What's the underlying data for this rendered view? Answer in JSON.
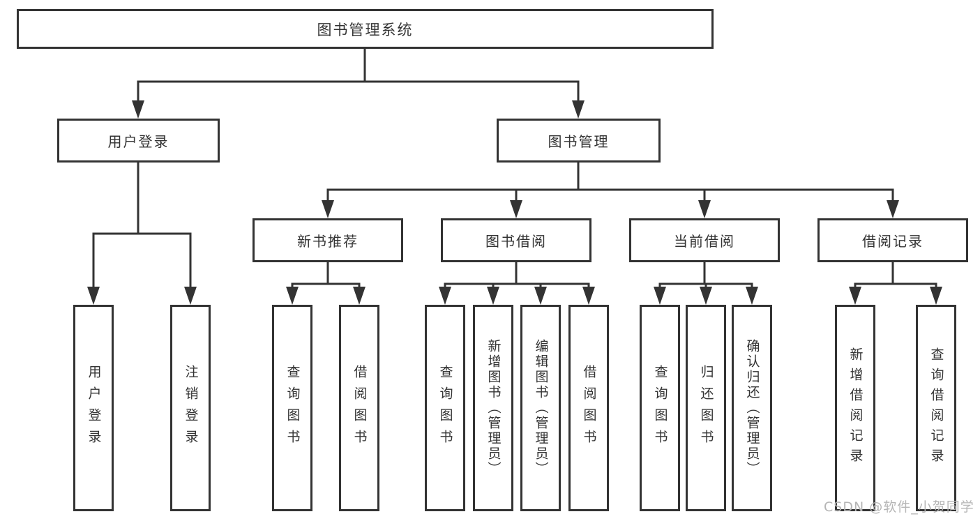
{
  "watermark": "CSDN @软件_小贺同学",
  "colors": {
    "line": "#333333",
    "box_border": "#333333",
    "box_background": "#ffffff",
    "watermark_text": "#b5b5b5"
  },
  "tree": {
    "root": "图书管理系统",
    "children": [
      {
        "label": "用户登录",
        "children": [
          {
            "label": "用户登录"
          },
          {
            "label": "注销登录"
          }
        ]
      },
      {
        "label": "图书管理",
        "children": [
          {
            "label": "新书推荐",
            "children": [
              {
                "label": "查询图书"
              },
              {
                "label": "借阅图书"
              }
            ]
          },
          {
            "label": "图书借阅",
            "children": [
              {
                "label": "查询图书"
              },
              {
                "label": "新增图书（管理员）"
              },
              {
                "label": "编辑图书（管理员）"
              },
              {
                "label": "借阅图书"
              }
            ]
          },
          {
            "label": "当前借阅",
            "children": [
              {
                "label": "查询图书"
              },
              {
                "label": "归还图书"
              },
              {
                "label": "确认归还（管理员）"
              }
            ]
          },
          {
            "label": "借阅记录",
            "children": [
              {
                "label": "新增借阅记录"
              },
              {
                "label": "查询借阅记录"
              }
            ]
          }
        ]
      }
    ]
  }
}
